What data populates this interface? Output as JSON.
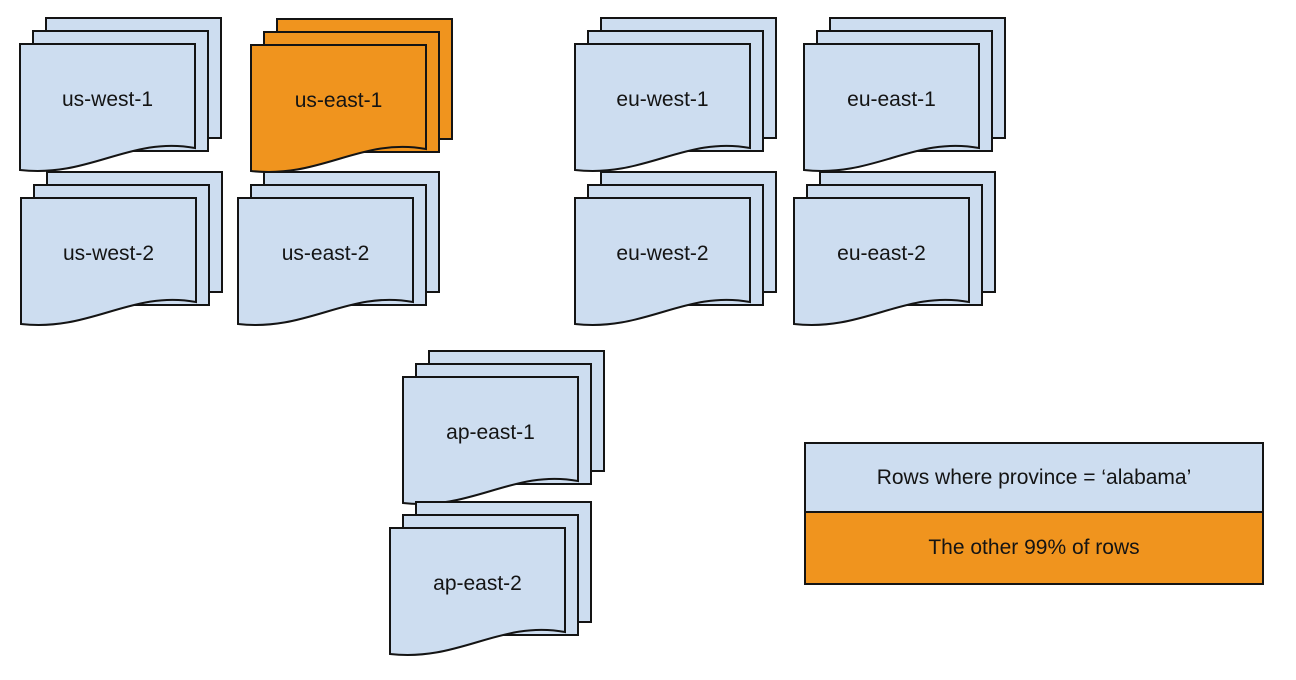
{
  "colors": {
    "region_fill": "#cdddf0",
    "highlight_fill": "#f0941e",
    "outline": "#141414"
  },
  "stacks": [
    {
      "id": "us-west-1",
      "label": "us-west-1",
      "highlighted": false
    },
    {
      "id": "us-east-1",
      "label": "us-east-1",
      "highlighted": true
    },
    {
      "id": "eu-west-1",
      "label": "eu-west-1",
      "highlighted": false
    },
    {
      "id": "eu-east-1",
      "label": "eu-east-1",
      "highlighted": false
    },
    {
      "id": "us-west-2",
      "label": "us-west-2",
      "highlighted": false
    },
    {
      "id": "us-east-2",
      "label": "us-east-2",
      "highlighted": false
    },
    {
      "id": "eu-west-2",
      "label": "eu-west-2",
      "highlighted": false
    },
    {
      "id": "eu-east-2",
      "label": "eu-east-2",
      "highlighted": false
    },
    {
      "id": "ap-east-1",
      "label": "ap-east-1",
      "highlighted": false
    },
    {
      "id": "ap-east-2",
      "label": "ap-east-2",
      "highlighted": false
    }
  ],
  "legend": {
    "items": [
      {
        "label": "Rows where province = ‘alabama’",
        "color_key": "region_fill"
      },
      {
        "label": "The other 99% of rows",
        "color_key": "highlight_fill"
      }
    ]
  }
}
